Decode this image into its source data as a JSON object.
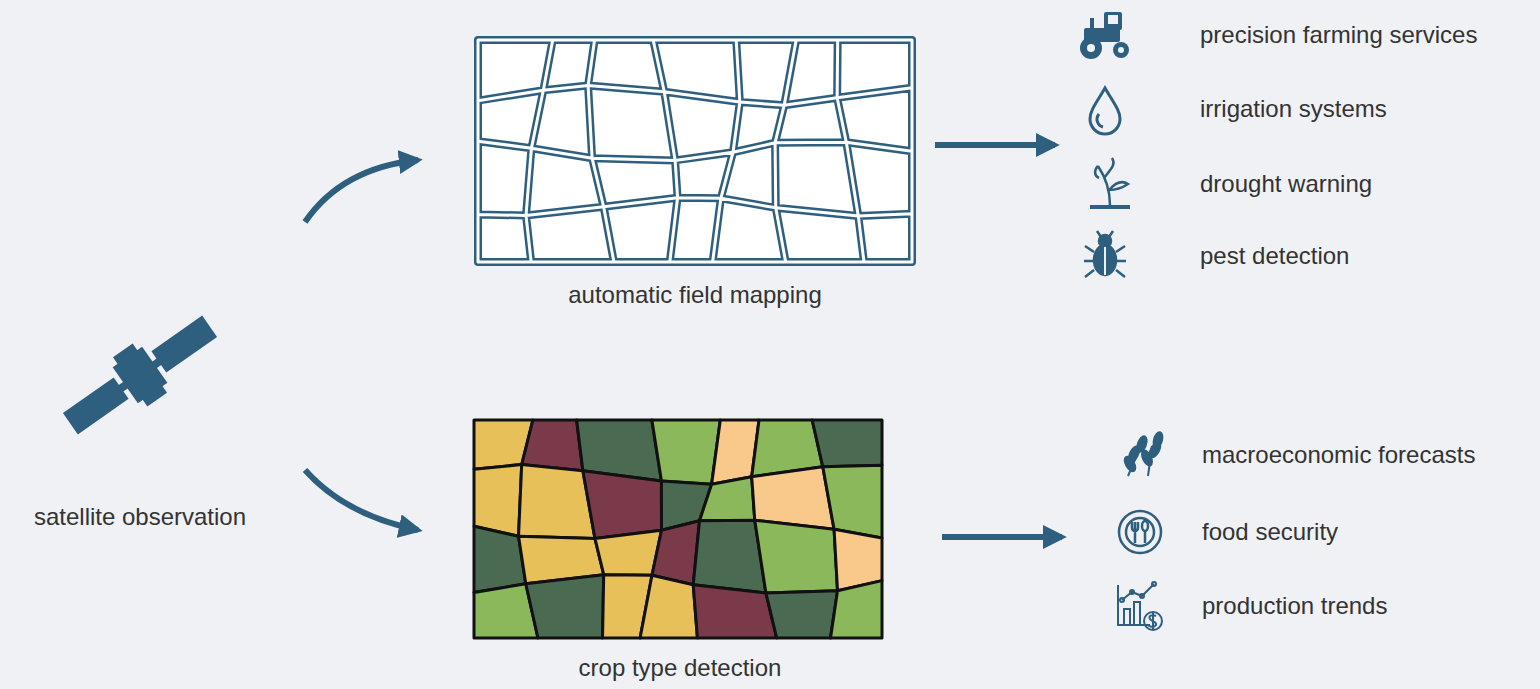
{
  "diagram": {
    "nodes": [
      {
        "text": [
          "satellite observation"
        ]
      },
      {
        "text": [
          "automatic field mapping"
        ]
      },
      {
        "text": [
          "crop type detection"
        ]
      },
      {
        "text": [
          "precision farming services",
          "irrigation systems",
          "drought warning",
          "pest detection"
        ]
      },
      {
        "text": [
          "macroeconomic forecasts",
          "food security",
          "production trends"
        ]
      }
    ],
    "edges": [
      {
        "from": 0,
        "to": 1,
        "arrow": "to"
      },
      {
        "from": 0,
        "to": 2,
        "arrow": "to"
      },
      {
        "from": 1,
        "to": 3,
        "arrow": "to"
      },
      {
        "from": 2,
        "to": 4,
        "arrow": "to"
      }
    ]
  }
}
